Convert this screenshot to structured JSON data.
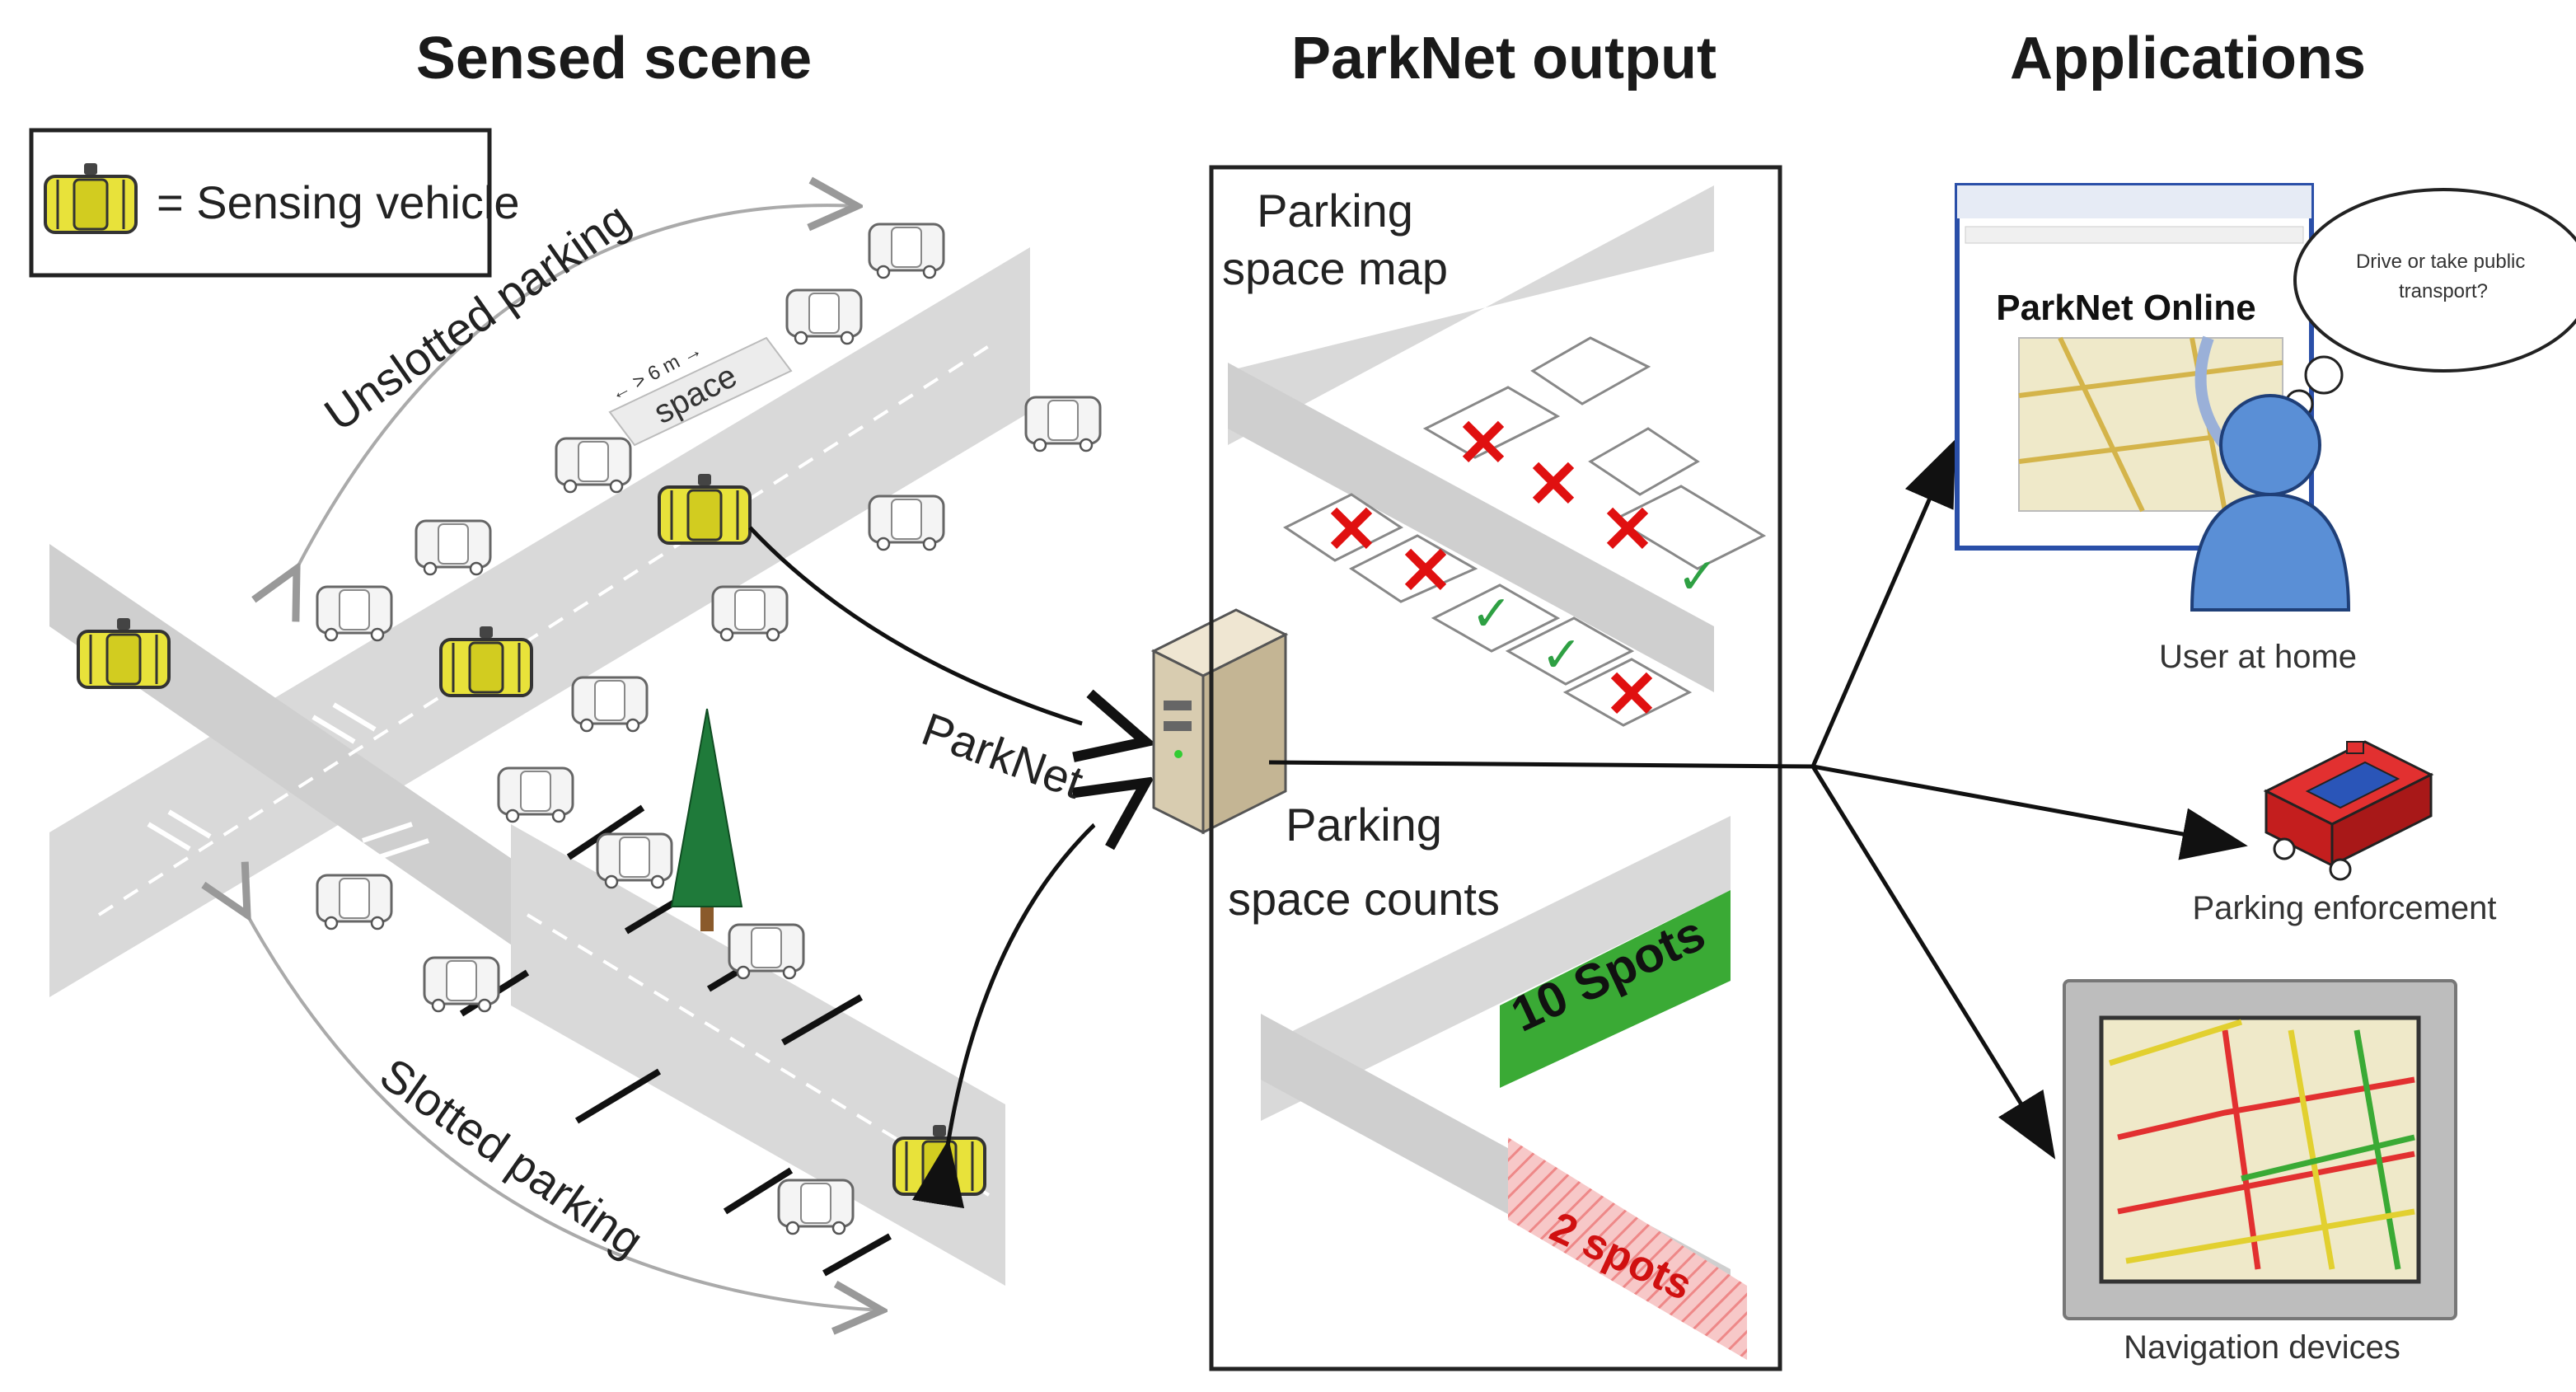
{
  "titles": {
    "sensed_scene": "Sensed scene",
    "parknet_output": "ParkNet output",
    "applications": "Applications"
  },
  "legend": {
    "text": "= Sensing vehicle"
  },
  "scene": {
    "unslotted_label": "Unslotted parking",
    "slotted_label": "Slotted parking",
    "space_label": "space",
    "distance_label": "← > 6 m →",
    "parknet_label": "ParkNet"
  },
  "output": {
    "map_title_line1": "Parking",
    "map_title_line2": "space map",
    "counts_title_line1": "Parking",
    "counts_title_line2": "space counts",
    "green_count": "10 Spots",
    "red_count": "2 spots",
    "colors": {
      "available": "#3aaa35",
      "occupied": "#e03030",
      "mark_x": "#e01010",
      "mark_check": "#2ea043"
    }
  },
  "applications": {
    "browser_title": "ParkNet Online",
    "thought": "Drive or take public transport?",
    "user_label": "User at home",
    "enforcement_label": "Parking enforcement",
    "navigation_label": "Navigation devices"
  }
}
